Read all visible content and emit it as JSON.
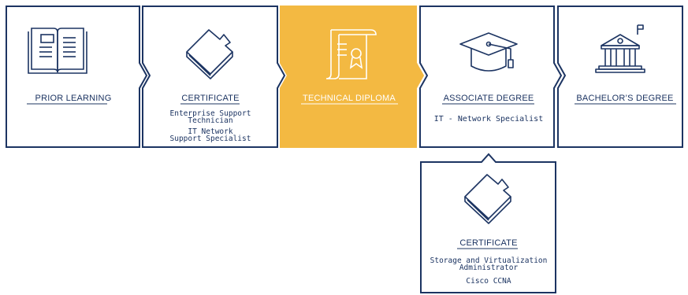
{
  "colors": {
    "navy": "#1c3462",
    "gold": "#f3b942",
    "white": "#ffffff"
  },
  "steps": [
    {
      "icon": "open-book-icon",
      "heading": "PRIOR LEARNING",
      "lines": []
    },
    {
      "icon": "certificate-book-icon",
      "heading": "CERTIFICATE",
      "lines": [
        "Enterprise Support",
        "Technician",
        "IT Network",
        "Support Specialist"
      ]
    },
    {
      "icon": "diploma-scroll-icon",
      "heading": "TECHNICAL DIPLOMA",
      "lines": [],
      "highlighted": true
    },
    {
      "icon": "graduation-cap-icon",
      "heading": "ASSOCIATE DEGREE",
      "lines": [
        "IT - Network Specialist"
      ]
    },
    {
      "icon": "university-building-icon",
      "heading": "BACHELOR’S DEGREE",
      "lines": []
    }
  ],
  "branch": {
    "icon": "certificate-book-icon",
    "heading": "CERTIFICATE",
    "lines": [
      "Storage and Virtualization",
      "Administrator",
      "Cisco CCNA"
    ]
  }
}
